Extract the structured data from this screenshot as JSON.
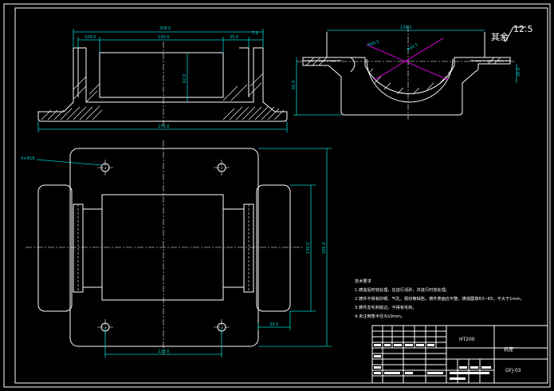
{
  "front_view": {
    "dims": {
      "overall_top": "208.0",
      "left_offset": "229.0",
      "center_width": "130.0",
      "right_offset": "25.0",
      "edge": "7.0",
      "height": "62.0",
      "base_length": "270.0"
    }
  },
  "side_view": {
    "dims": {
      "width": "176.5",
      "radius_outer": "R60.5",
      "radius_inner": "R40.5",
      "height": "65.0",
      "small": "20.0"
    },
    "roughness": {
      "value": "12.5",
      "label": "其余"
    }
  },
  "top_view": {
    "dims": {
      "hole": "4×Φ18",
      "bolt_spacing": "128.0",
      "total_height": "205.0",
      "inner_height": "130.0",
      "offset": "33.0"
    }
  },
  "notes": {
    "title": "技术要求",
    "lines": [
      "1.铸造后时效处理，应进行清砂，并进行时效处理。",
      "2.铸件不得有砂眼、气孔、裂纹等缺陷，铸件表面应平整，铸造圆角R3~R5，不大于1mm。",
      "3.铸件去毛刺锐边，不得有毛刺。",
      "4.未注倒角半径为10mm。"
    ]
  },
  "title_block": {
    "material": "HT200",
    "part_name": "机座",
    "drawing_no": "GFJ-03"
  }
}
